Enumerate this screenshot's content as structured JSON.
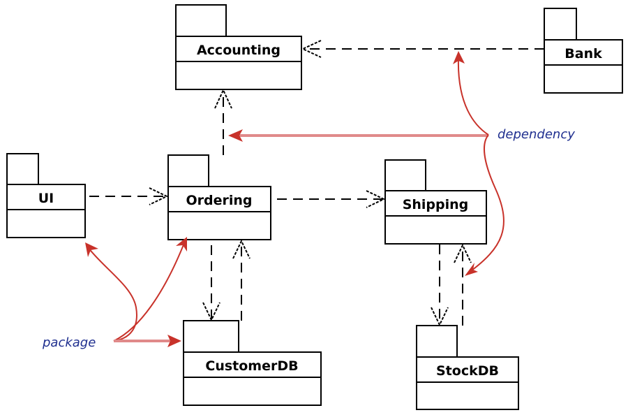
{
  "packages": [
    {
      "id": "accounting",
      "name": "Accounting"
    },
    {
      "id": "bank",
      "name": "Bank"
    },
    {
      "id": "ui",
      "name": "UI"
    },
    {
      "id": "ordering",
      "name": "Ordering"
    },
    {
      "id": "shipping",
      "name": "Shipping"
    },
    {
      "id": "customerdb",
      "name": "CustomerDB"
    },
    {
      "id": "stockdb",
      "name": "StockDB"
    }
  ],
  "dependencies": [
    {
      "from": "Bank",
      "to": "Accounting"
    },
    {
      "from": "Ordering",
      "to": "Accounting"
    },
    {
      "from": "UI",
      "to": "Ordering"
    },
    {
      "from": "Ordering",
      "to": "Shipping"
    },
    {
      "from": "Ordering",
      "to": "CustomerDB"
    },
    {
      "from": "CustomerDB",
      "to": "Ordering"
    },
    {
      "from": "Shipping",
      "to": "StockDB"
    },
    {
      "from": "StockDB",
      "to": "Shipping"
    }
  ],
  "annotations": {
    "dependency": "dependency",
    "package": "package"
  },
  "colors": {
    "annotation_text": "#1f2f8f",
    "annotation_arrow": "#c8322a"
  }
}
